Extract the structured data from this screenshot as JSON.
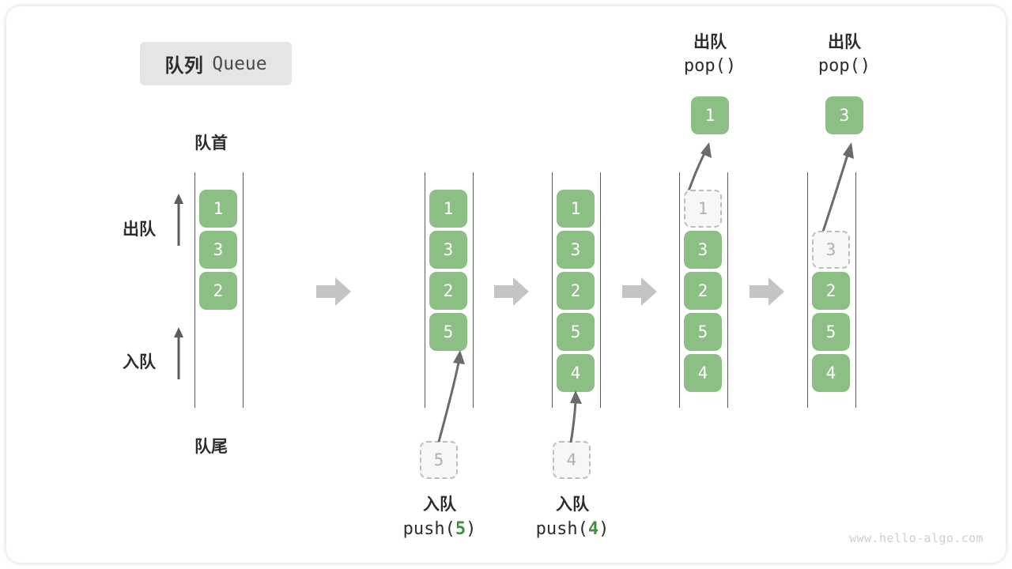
{
  "title": {
    "cn": "队列",
    "en": "Queue"
  },
  "labels": {
    "front": "队首",
    "rear": "队尾",
    "dequeue": "出队",
    "enqueue": "入队"
  },
  "watermark": "www.hello-algo.com",
  "colors": {
    "element": "#8cbf84",
    "element_text": "#ffffff",
    "ghost_border": "#bdbdbd",
    "ghost_text": "#b0b0b0",
    "rail": "#5c5c5c",
    "step_arrow": "#c4c4c4",
    "accent_number": "#3f8f3f",
    "badge_bg": "#e5e5e5",
    "text": "#2c2c2c"
  },
  "columns": [
    {
      "id": "initial",
      "header": null,
      "caption": null,
      "items": [
        {
          "value": "1",
          "state": "filled"
        },
        {
          "value": "3",
          "state": "filled"
        },
        {
          "value": "2",
          "state": "filled"
        }
      ]
    },
    {
      "id": "push-5",
      "header": null,
      "caption": {
        "line1": "入队",
        "op": "push(",
        "num": "5",
        "close": ")"
      },
      "incoming": "5",
      "items": [
        {
          "value": "1",
          "state": "filled"
        },
        {
          "value": "3",
          "state": "filled"
        },
        {
          "value": "2",
          "state": "filled"
        },
        {
          "value": "5",
          "state": "filled"
        }
      ]
    },
    {
      "id": "push-4",
      "header": null,
      "caption": {
        "line1": "入队",
        "op": "push(",
        "num": "4",
        "close": ")"
      },
      "incoming": "4",
      "items": [
        {
          "value": "1",
          "state": "filled"
        },
        {
          "value": "3",
          "state": "filled"
        },
        {
          "value": "2",
          "state": "filled"
        },
        {
          "value": "5",
          "state": "filled"
        },
        {
          "value": "4",
          "state": "filled"
        }
      ]
    },
    {
      "id": "pop-1",
      "header": {
        "line1": "出队",
        "line2": "pop()"
      },
      "popped": "1",
      "items": [
        {
          "value": "1",
          "state": "ghost"
        },
        {
          "value": "3",
          "state": "filled"
        },
        {
          "value": "2",
          "state": "filled"
        },
        {
          "value": "5",
          "state": "filled"
        },
        {
          "value": "4",
          "state": "filled"
        }
      ]
    },
    {
      "id": "pop-3",
      "header": {
        "line1": "出队",
        "line2": "pop()"
      },
      "popped": "3",
      "items": [
        {
          "value": "",
          "state": "empty"
        },
        {
          "value": "3",
          "state": "ghost"
        },
        {
          "value": "2",
          "state": "filled"
        },
        {
          "value": "5",
          "state": "filled"
        },
        {
          "value": "4",
          "state": "filled"
        }
      ]
    }
  ],
  "step_arrows_count": 4
}
